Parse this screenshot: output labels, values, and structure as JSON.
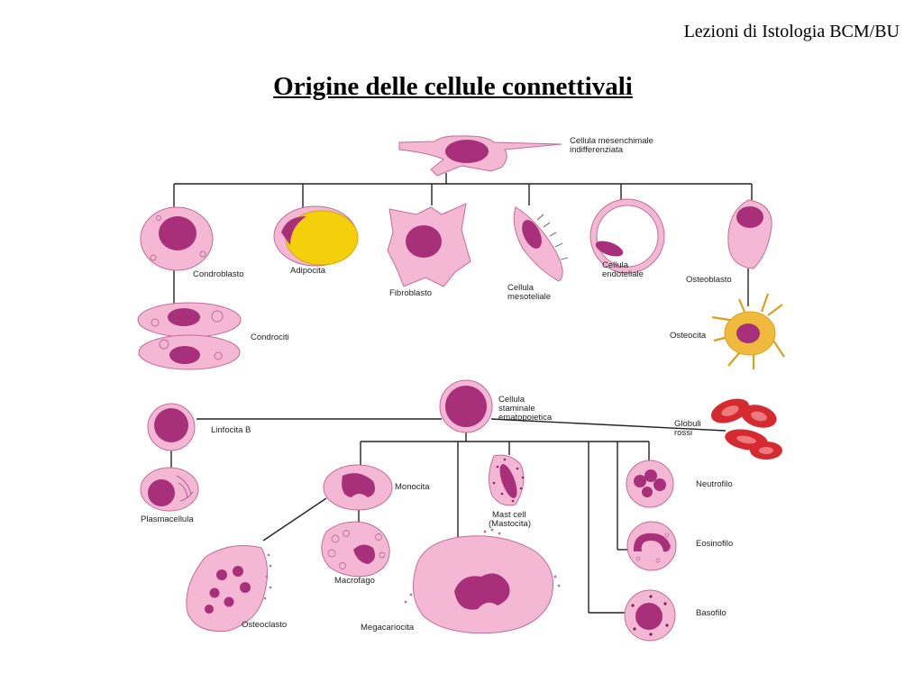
{
  "header": "Lezioni di Istologia BCM/BU",
  "title": "Origine delle cellule connettivali",
  "colors": {
    "cytoplasm": "#f4b8d4",
    "cytoplasm_edge": "#c06d97",
    "nucleus": "#a8307a",
    "nucleus_dark": "#7e1f5c",
    "fat": "#f3cf0c",
    "osteocyte": "#f0bb3d",
    "blood_red": "#d42a30",
    "lines": "#222222"
  },
  "labels": {
    "mesenchymal": [
      "Cellula mesenchimale",
      "indifferenziata"
    ],
    "chondroblast": "Condroblasto",
    "adipocyte": "Adipocita",
    "fibroblast": "Fibroblasto",
    "mesothelial": [
      "Cellula",
      "mesoteliale"
    ],
    "endothelial": [
      "Cellula",
      "endoteliale"
    ],
    "osteoblast": "Osteoblasto",
    "chondrocytes": "Condrociti",
    "osteocyte": "Osteocita",
    "stem_cell": [
      "Cellula",
      "staminale",
      "ematopoietica"
    ],
    "red_cells": [
      "Globuli",
      "rossi"
    ],
    "lymphocyte": "Linfocita B",
    "plasma_cell": "Plasmacellula",
    "monocyte": "Monocita",
    "mast_cell": [
      "Mast cell",
      "(Mastocita)"
    ],
    "neutrophil": "Neutrofilo",
    "eosinophil": "Eosinofilo",
    "basophil": "Basofilo",
    "macrophage": "Macrofago",
    "osteoclast": "Osteoclasto",
    "megakaryocyte": "Megacariocita"
  }
}
